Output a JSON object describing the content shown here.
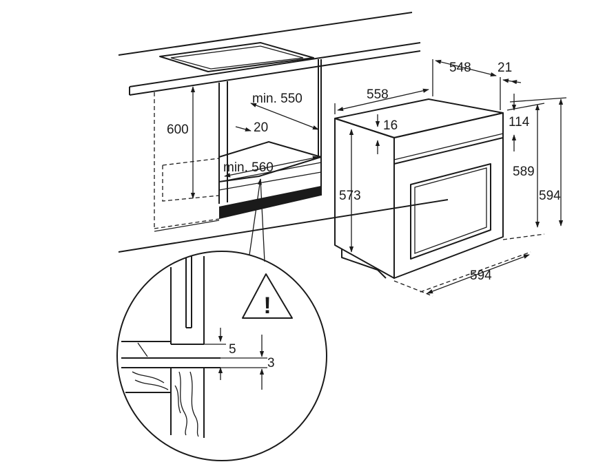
{
  "dimensions": {
    "cabinet_height": "600",
    "cabinet_depth_min": "min. 550",
    "gap_20": "20",
    "cabinet_width_min": "min. 560",
    "oven_depth_total": "558",
    "oven_body_depth": "548",
    "front_depth": "21",
    "top_gap": "16",
    "panel_height": "114",
    "body_height": "573",
    "front_height_589": "589",
    "front_height_594": "594",
    "front_width_594": "594",
    "detail_gap_5": "5",
    "detail_gap_3": "3"
  },
  "warning": {
    "symbol": "!"
  }
}
